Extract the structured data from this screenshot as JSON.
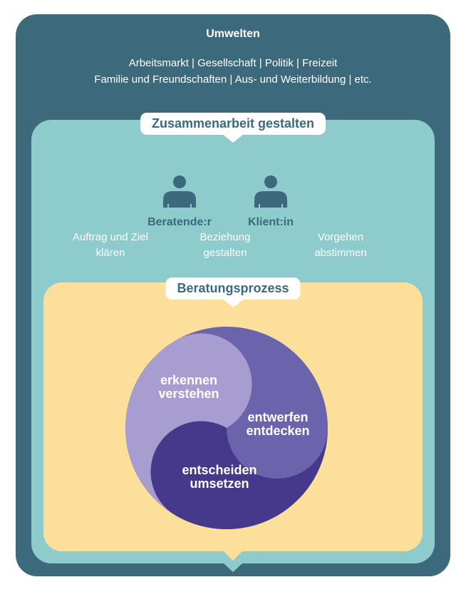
{
  "palette": {
    "outer_box": "#3d697c",
    "inner_box": "#8dcbcc",
    "process_box": "#fbdf9b",
    "bubble_bg": "#ffffff",
    "bubble_text": "#3a6a80",
    "text_on_color": "#ffffff",
    "person_icon": "#3d697c"
  },
  "umwelten": {
    "title": "Umwelten",
    "line1": "Arbeitsmarkt | Gesellschaft | Politik | Freizeit",
    "line2": "Familie und Freundschaften | Aus- und Weiterbildung | etc."
  },
  "collaboration": {
    "label": "Zusammenarbeit gestalten",
    "persons": [
      {
        "label": "Beratende:r",
        "icon": "person-icon"
      },
      {
        "label": "Klient:in",
        "icon": "person-icon"
      }
    ],
    "tasks": [
      {
        "line1": "Auftrag und Ziel",
        "line2": "klären"
      },
      {
        "line1": "Beziehung",
        "line2": "gestalten"
      },
      {
        "line1": "Vorgehen",
        "line2": "abstimmen"
      }
    ]
  },
  "process": {
    "label": "Beratungsprozess",
    "phases": [
      {
        "line1": "erkennen",
        "line2": "verstehen",
        "color": "#a89dd1"
      },
      {
        "line1": "entwerfen",
        "line2": "entdecken",
        "color": "#6b64ad"
      },
      {
        "line1": "entscheiden",
        "line2": "umsetzen",
        "color": "#46398c"
      }
    ]
  }
}
